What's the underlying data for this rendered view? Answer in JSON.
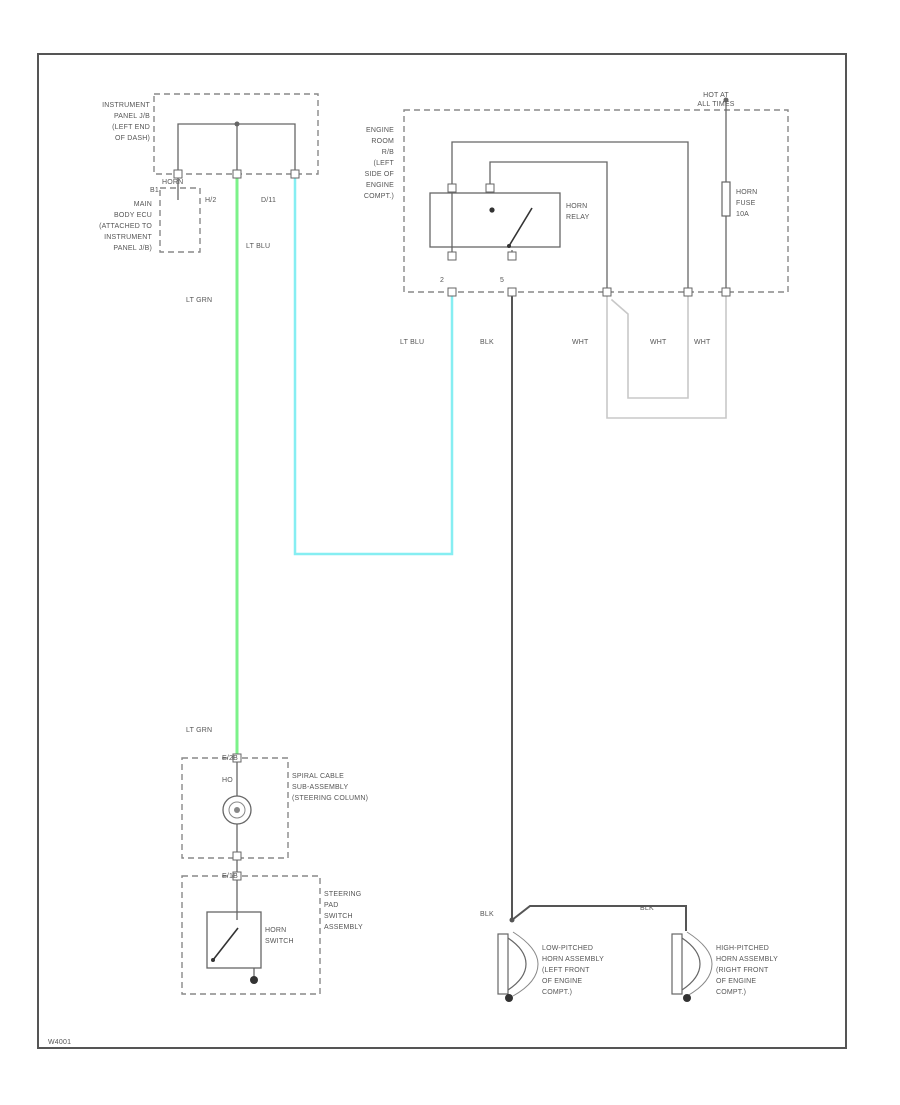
{
  "colors": {
    "border": "#555555",
    "lt_grn": "#7CF28A",
    "lt_blu": "#86EEF2",
    "blk": "#555555",
    "wht": "#c8c8c8",
    "component": "#666666",
    "text": "#555555"
  },
  "labels": {
    "instrument_panel_jb": [
      "INSTRUMENT",
      "PANEL J/B",
      "(LEFT END",
      "OF DASH)"
    ],
    "main_body_ecu": [
      "MAIN",
      "BODY ECU",
      "(ATTACHED TO",
      "INSTRUMENT",
      "PANEL J/B)"
    ],
    "horn_tag": "HORN",
    "pin_b1": "B1",
    "pin_h2": "H/2",
    "pin_d11": "D/11",
    "engine_room_rb": [
      "ENGINE",
      "ROOM",
      "R/B",
      "(LEFT",
      "SIDE OF",
      "ENGINE",
      "COMPT.)"
    ],
    "hot_at_all_times": [
      "HOT AT",
      "ALL TIMES"
    ],
    "horn_relay": [
      "HORN",
      "RELAY"
    ],
    "horn_fuse": [
      "HORN",
      "FUSE",
      "10A"
    ],
    "pin_2": "2",
    "pin_5": "5",
    "spiral_cable": [
      "SPIRAL CABLE",
      "SUB-ASSEMBLY",
      "(STEERING COLUMN)"
    ],
    "spiral_pin": "E/2B",
    "spiral_hs": "HO",
    "steering_pad_pin": "E/1B",
    "steering_pad": [
      "STEERING",
      "PAD",
      "SWITCH",
      "ASSEMBLY"
    ],
    "horn_switch": [
      "HORN",
      "SWITCH"
    ],
    "low_horn": [
      "LOW-PITCHED",
      "HORN ASSEMBLY",
      "(LEFT FRONT",
      "OF ENGINE",
      "COMPT.)"
    ],
    "high_horn": [
      "HIGH-PITCHED",
      "HORN ASSEMBLY",
      "(RIGHT FRONT",
      "OF ENGINE",
      "COMPT.)"
    ],
    "figure_id": "W4001"
  },
  "wire_labels": {
    "lt_grn_top": "LT GRN",
    "lt_grn_bottom": "LT GRN",
    "lt_blu_top": "LT BLU",
    "lt_blu_relay": "LT BLU",
    "blk_relay": "BLK",
    "wht_1": "WHT",
    "wht_2": "WHT",
    "wht_3": "WHT",
    "blk_horn_left": "BLK",
    "blk_horn_right": "BLK"
  }
}
